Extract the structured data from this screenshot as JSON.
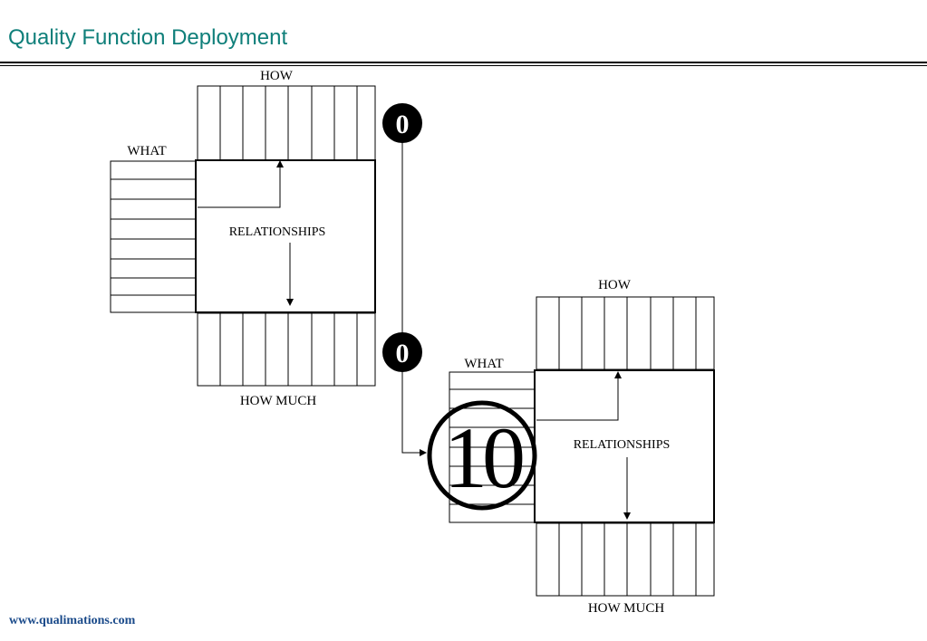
{
  "title": "Quality Function Deployment",
  "footer": "www.qualimations.com",
  "house1": {
    "how_label": "HOW",
    "what_label": "WHAT",
    "relationships_label": "RELATIONSHIPS",
    "how_much_label": "HOW MUCH"
  },
  "house2": {
    "how_label": "HOW",
    "what_label": "WHAT",
    "relationships_label": "RELATIONSHIPS",
    "how_much_label": "HOW MUCH"
  },
  "markers": {
    "marker_top": "0",
    "marker_middle": "0",
    "marker_bottom": "10"
  }
}
